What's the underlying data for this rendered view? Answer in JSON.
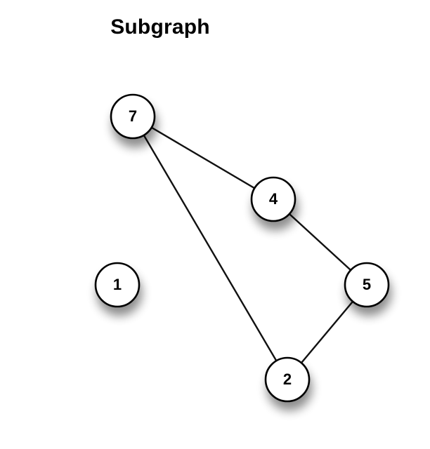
{
  "title": "Subgraph",
  "colors": {
    "edge": "#111111",
    "node_fill": "#ffffff",
    "node_stroke": "#000000",
    "text": "#000000"
  },
  "graph": {
    "nodes": [
      {
        "id": "7",
        "label": "7"
      },
      {
        "id": "4",
        "label": "4"
      },
      {
        "id": "1",
        "label": "1"
      },
      {
        "id": "5",
        "label": "5"
      },
      {
        "id": "2",
        "label": "2"
      }
    ],
    "edges": [
      {
        "from": "7",
        "to": "4"
      },
      {
        "from": "7",
        "to": "2"
      },
      {
        "from": "4",
        "to": "5"
      },
      {
        "from": "5",
        "to": "2"
      }
    ]
  }
}
